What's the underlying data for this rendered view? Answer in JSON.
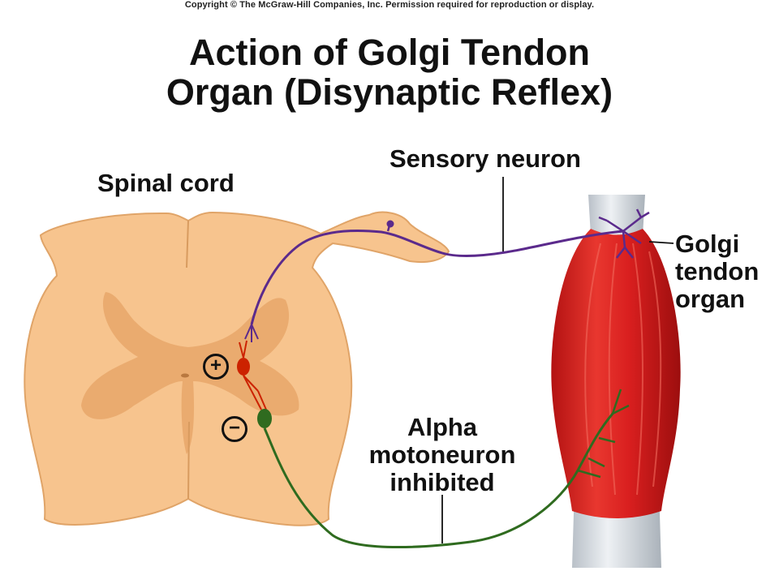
{
  "copyright": "Copyright © The McGraw-Hill Companies, Inc. Permission required for reproduction or display.",
  "title_line1": "Action of Golgi Tendon",
  "title_line2": "Organ (Disynaptic Reflex)",
  "labels": {
    "spinal_cord": "Spinal cord",
    "sensory_neuron": "Sensory neuron",
    "golgi_lines": [
      "Golgi",
      "tendon",
      "organ"
    ],
    "alpha_lines": [
      "Alpha",
      "motoneuron",
      "inhibited"
    ]
  },
  "signs": {
    "excitatory": "+",
    "inhibitory": "−"
  },
  "colors": {
    "cord_white_matter": "#f7c48e",
    "cord_gray_matter": "#e8a76a",
    "sensory_neuron": "#5b2a8c",
    "interneuron": "#cc2200",
    "motoneuron": "#2f6b1f",
    "muscle": "#d91f1f",
    "tendon": "#d8dde2"
  }
}
